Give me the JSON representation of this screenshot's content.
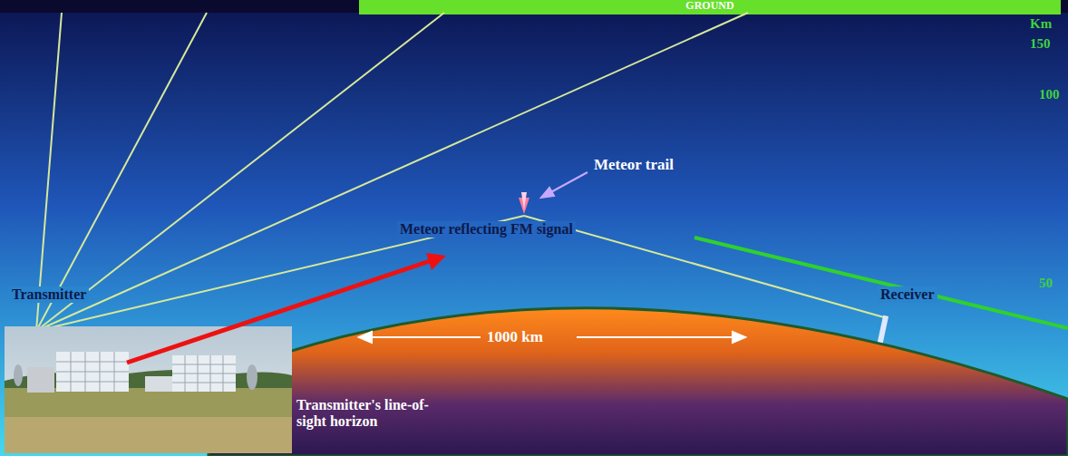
{
  "diagram": {
    "labels": [
      "GROUND",
      "Km",
      "150",
      "Meteor trail",
      "100",
      "Meteor reflecting FM signal",
      "Transmitter",
      "Receiver",
      "50",
      "1000 km",
      "Transmitter's line-of-sight horizon"
    ]
  }
}
